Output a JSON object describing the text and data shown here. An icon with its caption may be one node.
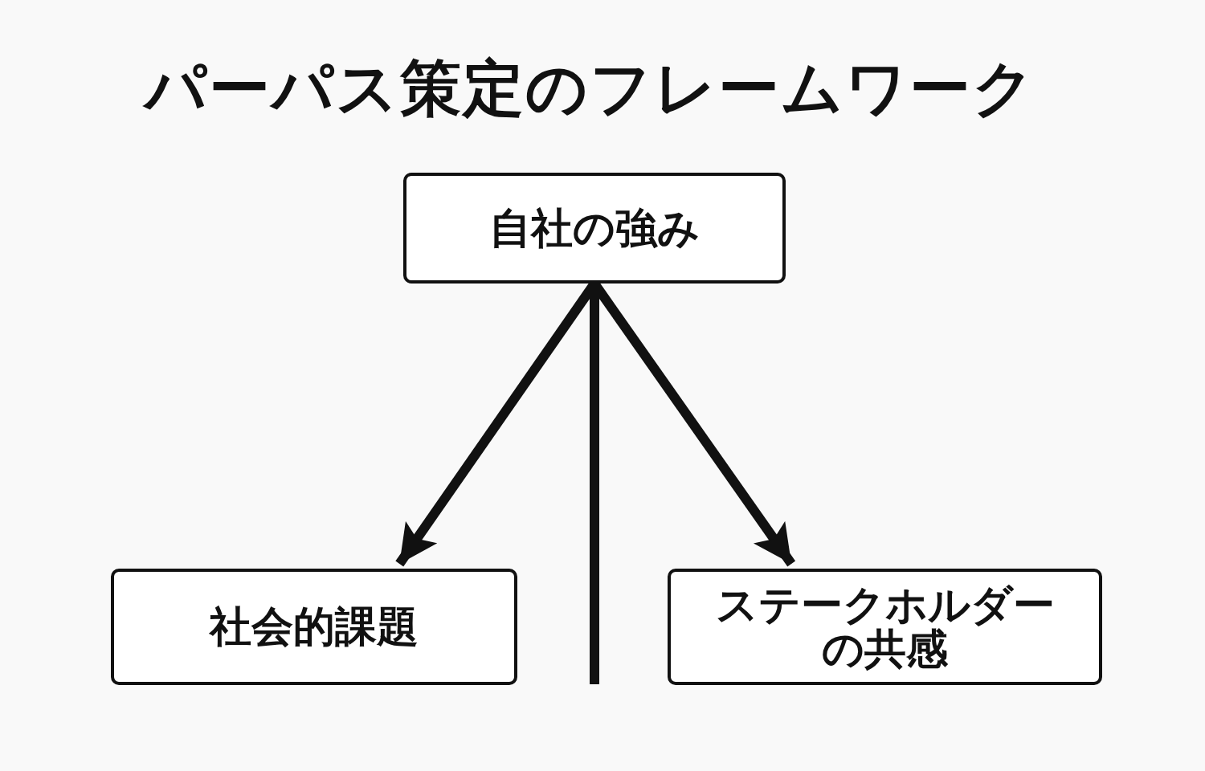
{
  "diagram": {
    "title": "パーパス策定のフレームワーク",
    "nodes": [
      {
        "text": [
          "自社の強み"
        ]
      },
      {
        "text": [
          "社会的課題"
        ]
      },
      {
        "text": [
          "ステークホルダーの共感"
        ]
      }
    ],
    "edges": [
      {
        "from": 0,
        "to": 1,
        "arrow": "to"
      },
      {
        "from": 0,
        "to": 2,
        "arrow": "to"
      },
      {
        "from": 0,
        "to": null,
        "arrow": "none"
      }
    ]
  }
}
